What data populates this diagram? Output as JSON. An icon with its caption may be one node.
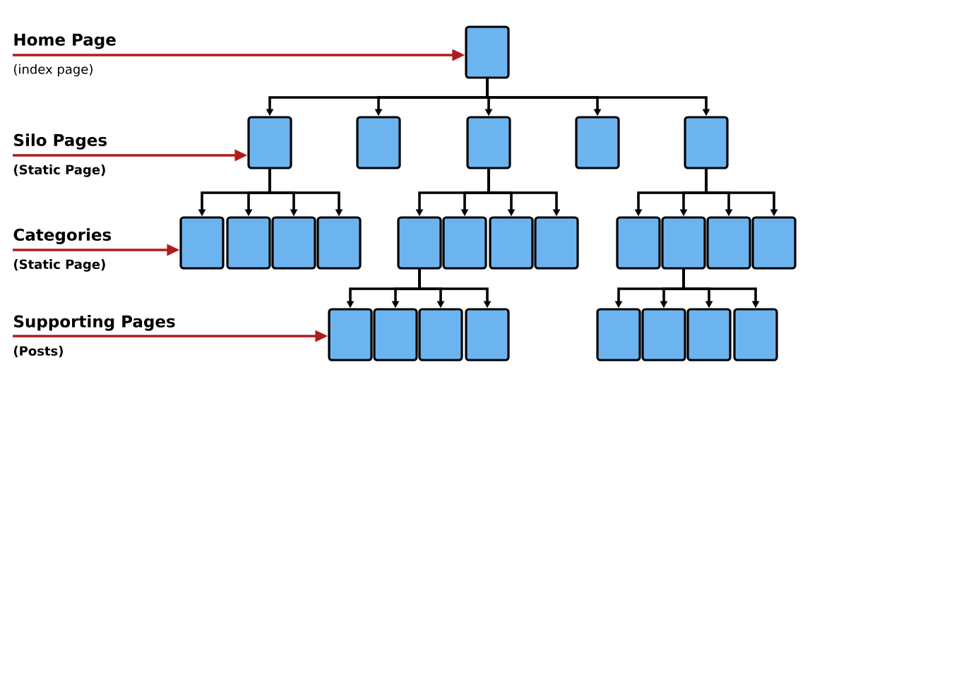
{
  "diagram": {
    "nodes": [
      {
        "text": [],
        "shape": "box"
      },
      {
        "text": [],
        "shape": "box"
      },
      {
        "text": [],
        "shape": "box"
      },
      {
        "text": [],
        "shape": "box"
      },
      {
        "text": [],
        "shape": "box"
      },
      {
        "text": [],
        "shape": "box"
      },
      {
        "text": [],
        "shape": "box"
      },
      {
        "text": [],
        "shape": "box"
      },
      {
        "text": [],
        "shape": "box"
      },
      {
        "text": [],
        "shape": "box"
      },
      {
        "text": [],
        "shape": "box"
      },
      {
        "text": [],
        "shape": "box"
      },
      {
        "text": [],
        "shape": "box"
      },
      {
        "text": [],
        "shape": "box"
      },
      {
        "text": [],
        "shape": "box"
      },
      {
        "text": [],
        "shape": "box"
      },
      {
        "text": [],
        "shape": "box"
      },
      {
        "text": [],
        "shape": "box"
      },
      {
        "text": [],
        "shape": "box"
      },
      {
        "text": [],
        "shape": "box"
      },
      {
        "text": [],
        "shape": "box"
      },
      {
        "text": [],
        "shape": "box"
      },
      {
        "text": [],
        "shape": "box"
      },
      {
        "text": [],
        "shape": "box"
      },
      {
        "text": [],
        "shape": "box"
      },
      {
        "text": [],
        "shape": "box"
      },
      {
        "text": [
          "Home Page",
          "(index page)"
        ]
      },
      {
        "text": [
          "Silo Pages",
          "(Static Page)"
        ]
      },
      {
        "text": [
          "Categories",
          "(Static Page)"
        ]
      },
      {
        "text": [
          "Supporting Pages",
          "(Posts)"
        ]
      }
    ],
    "edges": [
      {
        "from": 0,
        "to": 1,
        "arrow": "to"
      },
      {
        "from": 0,
        "to": 2,
        "arrow": "to"
      },
      {
        "from": 0,
        "to": 3,
        "arrow": "to"
      },
      {
        "from": 0,
        "to": 4,
        "arrow": "to"
      },
      {
        "from": 0,
        "to": 5,
        "arrow": "to"
      },
      {
        "from": 1,
        "to": 6,
        "arrow": "to"
      },
      {
        "from": 1,
        "to": 7,
        "arrow": "to"
      },
      {
        "from": 1,
        "to": 8,
        "arrow": "to"
      },
      {
        "from": 1,
        "to": 9,
        "arrow": "to"
      },
      {
        "from": 3,
        "to": 10,
        "arrow": "to"
      },
      {
        "from": 3,
        "to": 11,
        "arrow": "to"
      },
      {
        "from": 3,
        "to": 12,
        "arrow": "to"
      },
      {
        "from": 3,
        "to": 13,
        "arrow": "to"
      },
      {
        "from": 5,
        "to": 14,
        "arrow": "to"
      },
      {
        "from": 5,
        "to": 15,
        "arrow": "to"
      },
      {
        "from": 5,
        "to": 16,
        "arrow": "to"
      },
      {
        "from": 5,
        "to": 17,
        "arrow": "to"
      },
      {
        "from": 10,
        "to": 18,
        "arrow": "to"
      },
      {
        "from": 10,
        "to": 19,
        "arrow": "to"
      },
      {
        "from": 10,
        "to": 20,
        "arrow": "to"
      },
      {
        "from": 10,
        "to": 21,
        "arrow": "to"
      },
      {
        "from": 15,
        "to": 22,
        "arrow": "to"
      },
      {
        "from": 15,
        "to": 23,
        "arrow": "to"
      },
      {
        "from": 15,
        "to": 24,
        "arrow": "to"
      },
      {
        "from": 15,
        "to": 25,
        "arrow": "to"
      },
      {
        "from": 26,
        "to": 0,
        "arrow": "to",
        "color": "#b01c1c"
      },
      {
        "from": 27,
        "to": 1,
        "arrow": "to",
        "color": "#b01c1c"
      },
      {
        "from": 28,
        "to": 6,
        "arrow": "to",
        "color": "#b01c1c"
      },
      {
        "from": 29,
        "to": 18,
        "arrow": "to",
        "color": "#b01c1c"
      }
    ]
  }
}
